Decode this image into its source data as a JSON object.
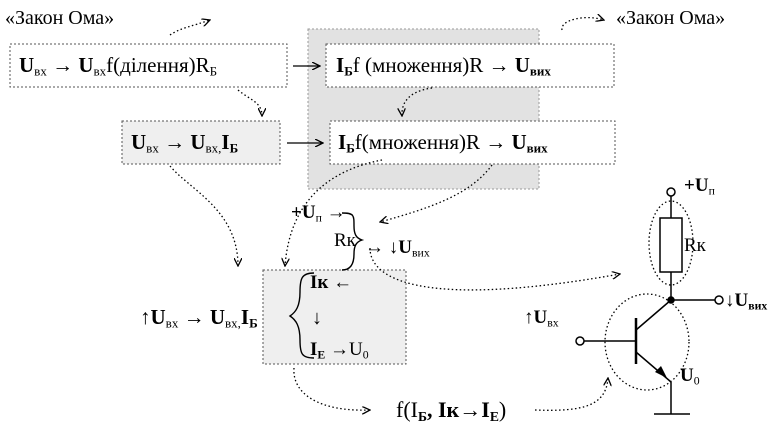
{
  "labels": {
    "ohm_law_left": "«Закон  Ома»",
    "ohm_law_right": "«Закон  Ома»"
  },
  "boxes": {
    "division_formula": {
      "u_in_1": "U",
      "sub_in_1": "вх",
      "arrow": "→",
      "u_in_2": "U",
      "sub_in_2": "вх",
      "func": "f(ділення)R",
      "sub_b": "Б"
    },
    "multiplication_formula_top": {
      "i_b": "I",
      "sub_b": "Б",
      "func": "f (множення)R →",
      "u_out": "U",
      "sub_out": "вих"
    },
    "current_formula": {
      "u_in_1": "U",
      "sub_in_1": "вх",
      "arrow": "→",
      "u_in_2": "U",
      "sub_in_2": "вх,",
      "i_b": "I",
      "sub_b": "Б"
    },
    "multiplication_formula_bottom": {
      "i_b": "I",
      "sub_b": "Б",
      "func": "f(множення)R →",
      "u_out": "U",
      "sub_out": "вих"
    }
  },
  "middle_block": {
    "supply_plus": "+U",
    "supply_sub": "п",
    "supply_arrow": "→",
    "rk": "Rк",
    "output": "→ ↓U",
    "output_sub": "вих",
    "input_prefix": "↑U",
    "input_sub": "вх",
    "input_arrow": "→",
    "u_in": "U",
    "u_in_sub": "вх,",
    "i_b": "I",
    "i_b_sub": "Б",
    "ik": "Iк",
    "ik_arrow": "←",
    "down_arrow": "↓",
    "ie": "I",
    "ie_sub": "Е",
    "ie_arrow": "→U",
    "ie_u0_sub": "0"
  },
  "function_label": {
    "prefix": "f(I",
    "ib_sub": "Б",
    "sep": ", Iк→I",
    "ie_sub": "Е",
    "suffix": ")"
  },
  "circuit": {
    "supply": "+U",
    "supply_sub": "п",
    "resistor": "Rк",
    "output": "↓U",
    "output_sub": "вих",
    "input": "↑U",
    "input_sub": "вх",
    "emitter_u": "U",
    "emitter_sub": "0"
  },
  "colors": {
    "shaded_box": "#e2e2e2",
    "box_border": "#7f7f7f",
    "ink": "#000000"
  }
}
